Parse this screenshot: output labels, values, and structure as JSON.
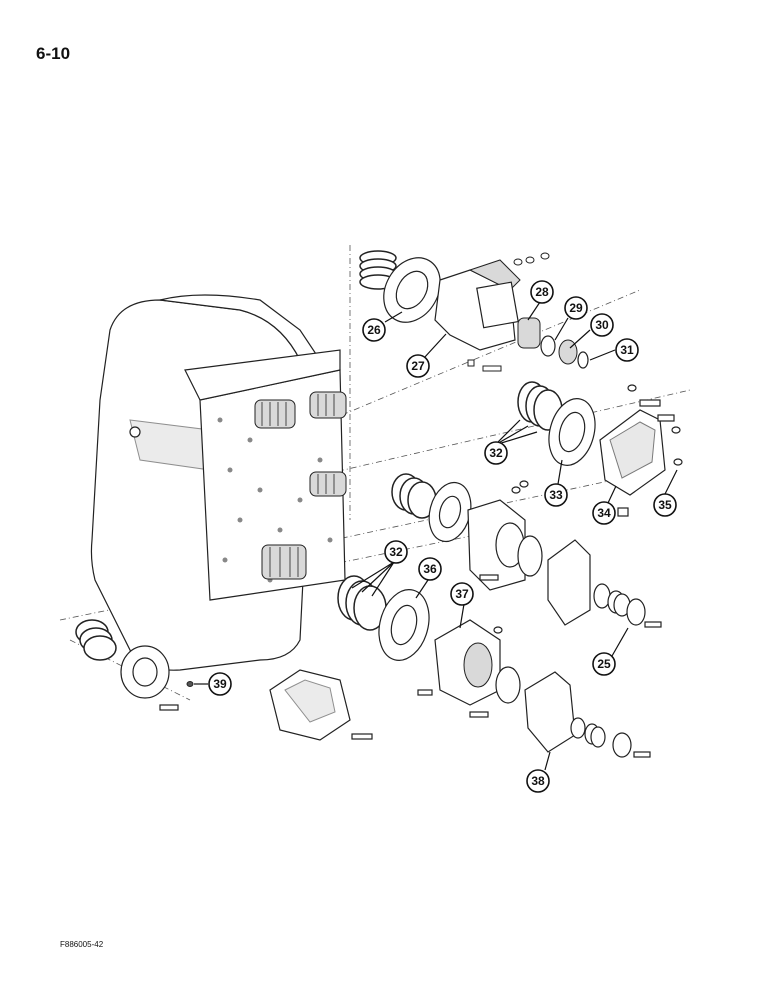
{
  "page": {
    "number": "6-10",
    "figure_code": "F886005-42"
  },
  "callouts": [
    {
      "id": "c25",
      "label": "25"
    },
    {
      "id": "c26",
      "label": "26"
    },
    {
      "id": "c27",
      "label": "27"
    },
    {
      "id": "c28",
      "label": "28"
    },
    {
      "id": "c29",
      "label": "29"
    },
    {
      "id": "c30",
      "label": "30"
    },
    {
      "id": "c31",
      "label": "31"
    },
    {
      "id": "c32a",
      "label": "32"
    },
    {
      "id": "c32b",
      "label": "32"
    },
    {
      "id": "c33",
      "label": "33"
    },
    {
      "id": "c34",
      "label": "34"
    },
    {
      "id": "c35",
      "label": "35"
    },
    {
      "id": "c36",
      "label": "36"
    },
    {
      "id": "c37",
      "label": "37"
    },
    {
      "id": "c38",
      "label": "38"
    },
    {
      "id": "c39",
      "label": "39"
    }
  ]
}
